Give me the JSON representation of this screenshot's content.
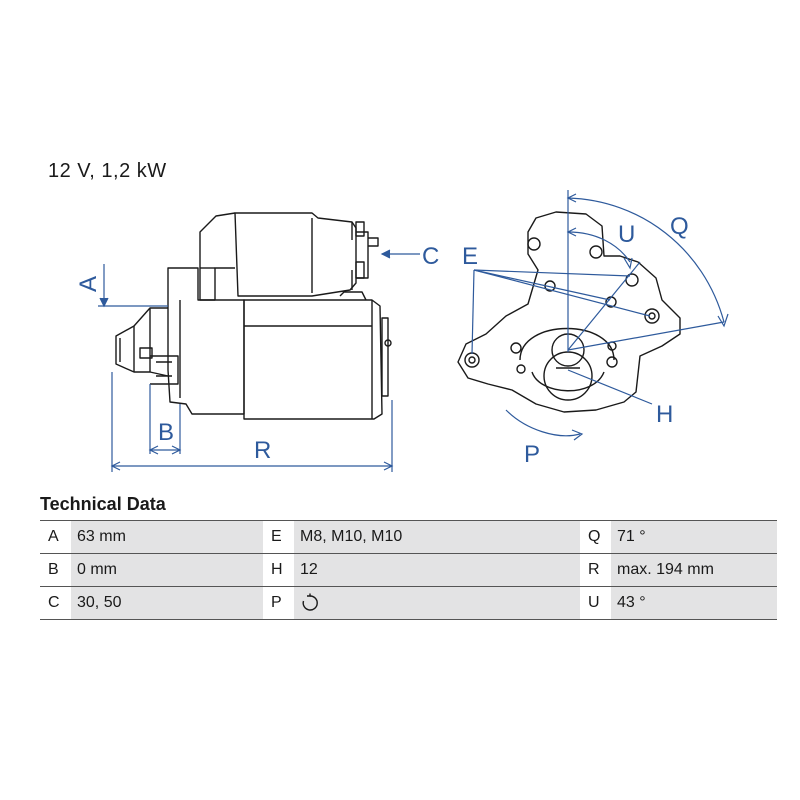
{
  "spec_line": "12 V, 1,2 kW",
  "labels": {
    "A": "A",
    "B": "B",
    "C": "C",
    "R": "R",
    "E": "E",
    "U": "U",
    "Q": "Q",
    "H": "H",
    "P": "P"
  },
  "colors": {
    "dimension": "#2e5a9c",
    "outline": "#1a1a1a",
    "table_fill": "#e3e3e4"
  },
  "technical_data": {
    "heading": "Technical Data",
    "rows": [
      [
        {
          "key": "A",
          "value": "63 mm"
        },
        {
          "key": "E",
          "value": "M8, M10, M10"
        },
        {
          "key": "Q",
          "value": "71 °"
        }
      ],
      [
        {
          "key": "B",
          "value": "0 mm"
        },
        {
          "key": "H",
          "value": "12"
        },
        {
          "key": "R",
          "value": "max. 194 mm"
        }
      ],
      [
        {
          "key": "C",
          "value": "30, 50"
        },
        {
          "key": "P",
          "value": "",
          "icon": "clockwise-rotation-icon"
        },
        {
          "key": "U",
          "value": "43 °"
        }
      ]
    ]
  }
}
